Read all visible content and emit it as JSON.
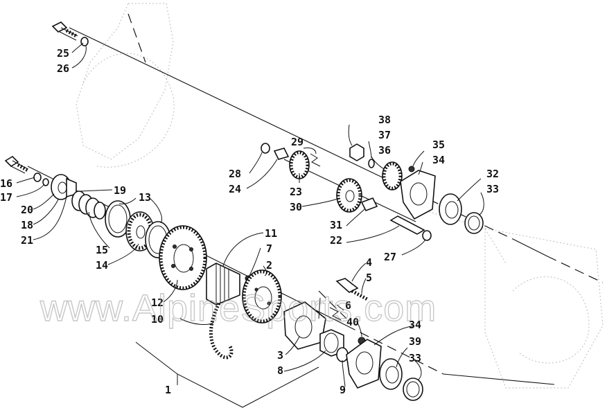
{
  "watermark": "www.AlpineSports.com",
  "callouts": [
    {
      "id": "25",
      "text": "25"
    },
    {
      "id": "26",
      "text": "26"
    },
    {
      "id": "16",
      "text": "16"
    },
    {
      "id": "17",
      "text": "17"
    },
    {
      "id": "20",
      "text": "20"
    },
    {
      "id": "18",
      "text": "18"
    },
    {
      "id": "21",
      "text": "21"
    },
    {
      "id": "19",
      "text": "19"
    },
    {
      "id": "13",
      "text": "13"
    },
    {
      "id": "15",
      "text": "15"
    },
    {
      "id": "14",
      "text": "14"
    },
    {
      "id": "12",
      "text": "12"
    },
    {
      "id": "10",
      "text": "10"
    },
    {
      "id": "11",
      "text": "11"
    },
    {
      "id": "7",
      "text": "7"
    },
    {
      "id": "2",
      "text": "2"
    },
    {
      "id": "1",
      "text": "1"
    },
    {
      "id": "3",
      "text": "3"
    },
    {
      "id": "8",
      "text": "8"
    },
    {
      "id": "9",
      "text": "9"
    },
    {
      "id": "6",
      "text": "6"
    },
    {
      "id": "40",
      "text": "40"
    },
    {
      "id": "4",
      "text": "4"
    },
    {
      "id": "5",
      "text": "5"
    },
    {
      "id": "34a",
      "text": "34"
    },
    {
      "id": "39",
      "text": "39"
    },
    {
      "id": "33a",
      "text": "33"
    },
    {
      "id": "28",
      "text": "28"
    },
    {
      "id": "24",
      "text": "24"
    },
    {
      "id": "29",
      "text": "29"
    },
    {
      "id": "23",
      "text": "23"
    },
    {
      "id": "30",
      "text": "30"
    },
    {
      "id": "38",
      "text": "38"
    },
    {
      "id": "37",
      "text": "37"
    },
    {
      "id": "36",
      "text": "36"
    },
    {
      "id": "35",
      "text": "35"
    },
    {
      "id": "34b",
      "text": "34"
    },
    {
      "id": "32",
      "text": "32"
    },
    {
      "id": "33b",
      "text": "33"
    },
    {
      "id": "31",
      "text": "31"
    },
    {
      "id": "22",
      "text": "22"
    },
    {
      "id": "27",
      "text": "27"
    }
  ]
}
